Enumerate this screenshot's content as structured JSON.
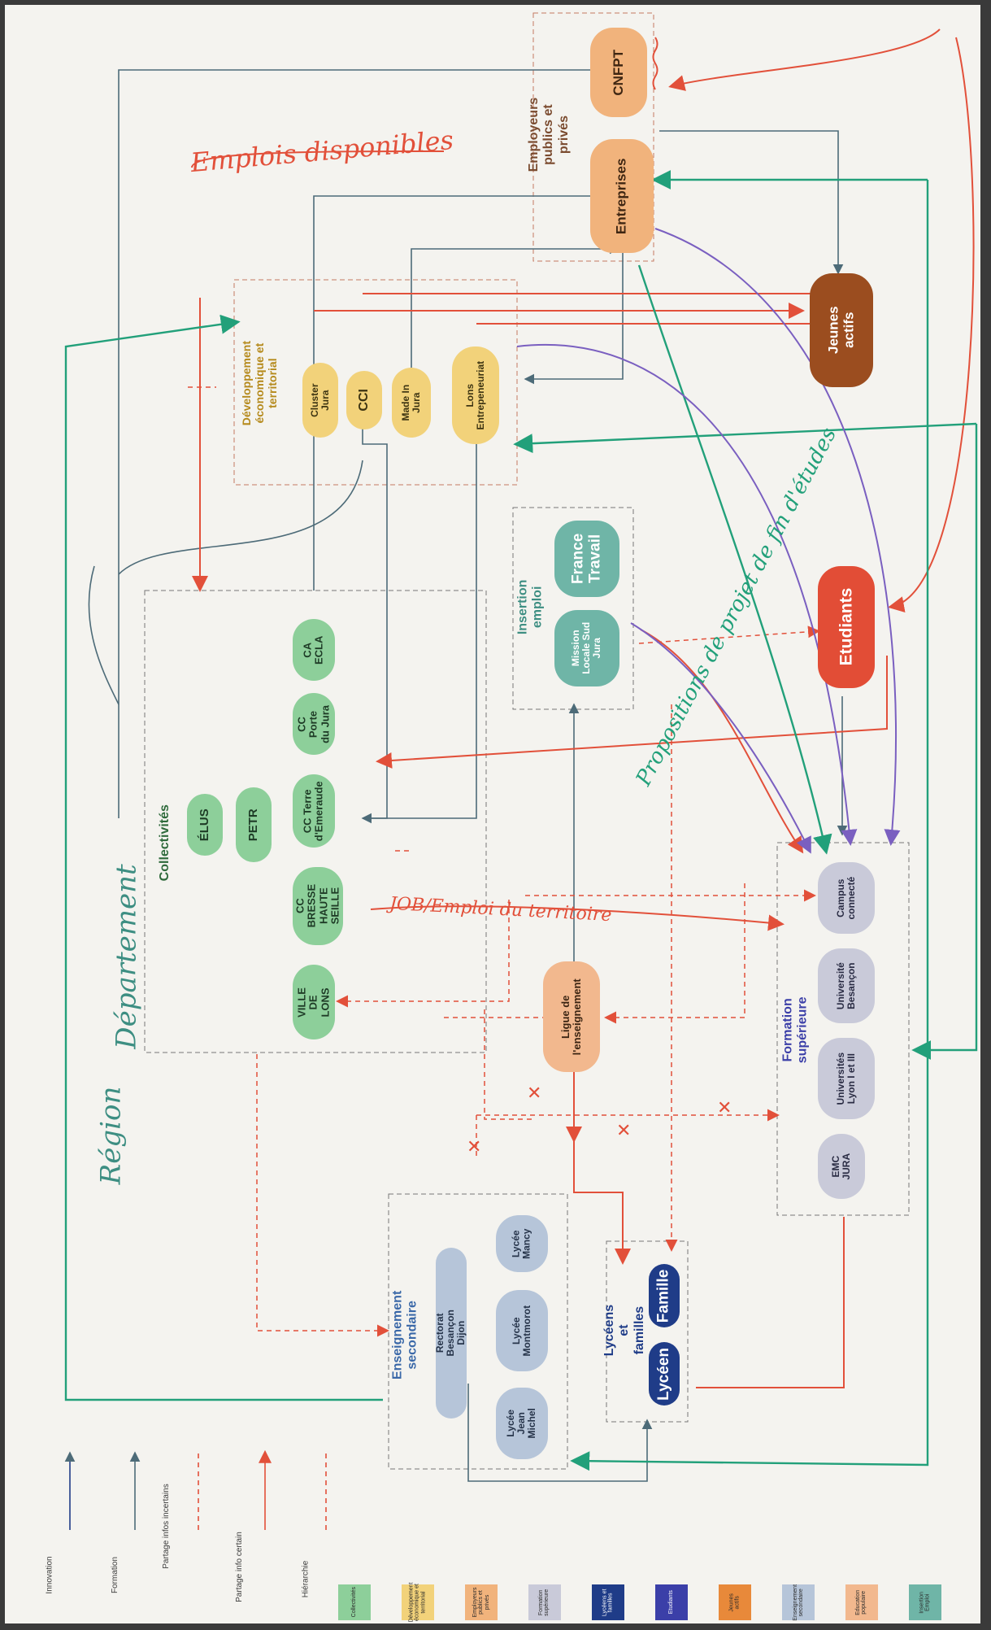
{
  "groups": {
    "employeurs": "Employeurs publics et privés",
    "developpement": "Développement\néconomique et territorial",
    "collectivites": "Collectivités",
    "insertion": "Insertion emploi",
    "formation_sup": "Formation supérieure",
    "enseignement_sec": "Enseignement secondaire",
    "lyceens_familles": "Lycéens et familles"
  },
  "nodes": {
    "cnfpt": "CNFPT",
    "entreprises": "Entreprises",
    "jeunes_actifs": "Jeunes actifs",
    "cluster_jura": "Cluster Jura",
    "cci": "CCI",
    "made_in_jura": "Made In\nJura",
    "lons_entrepreneuriat": "Lons\nEntrepeneuriat",
    "france_travail": "France\nTravail",
    "mission_locale": "Mission\nLocale Sud\nJura",
    "etudiants": "Etudiants",
    "elus": "ÉLUS",
    "petr": "PETR",
    "ca_ecla": "CA ECLA",
    "cc_porte_jura": "CC Porte\ndu Jura",
    "cc_terre_emeraude": "CC Terre\nd'Emeraude",
    "cc_bresse": "CC BRESSE\nHAUTE\nSEILLE",
    "ville_lons": "VILLE DE\nLONS",
    "ligue": "Ligue de\nl'enseignement",
    "campus": "Campus\nconnecté",
    "univ_besancon": "Université\nBesançon",
    "univ_lyon": "Universités\nLyon I et III",
    "emc_jura": "EMC JURA",
    "rectorat": "Rectorat Besançon Dijon",
    "lycee_mancy": "Lycée\nMancy",
    "lycee_montmorot": "Lycée\nMontmorot",
    "lycee_jean_michel": "Lycée\nJean\nMichel",
    "lyceen": "Lycéen",
    "famille": "Famille"
  },
  "annotations": {
    "emplois": "Emplois disponibles",
    "job": "JOB/Emploi du territoire",
    "propositions": "Propositions de projet de fin d'études",
    "region": "Région",
    "departement": "Département"
  },
  "legend": {
    "items": [
      "Innovation",
      "Formation",
      "Partage infos incertains",
      "Partage info certain",
      "Hiérarchie"
    ],
    "swatches": [
      {
        "label": "Collectivités",
        "color": "#8dcf9a"
      },
      {
        "label": "Développement\néconomique et\nterritorial",
        "color": "#f2d27a"
      },
      {
        "label": "Employeurs\npublics et privés",
        "color": "#f1b37c"
      },
      {
        "label": "Formation\nsupérieure",
        "color": "#c9cad9"
      },
      {
        "label": "Lycéens et\nfamilles",
        "color": "#1f3c88"
      },
      {
        "label": "Etudiants",
        "color": "#3b3fa8"
      },
      {
        "label": "Jeunes actifs",
        "color": "#e8893a"
      },
      {
        "label": "Enseignement\nsecondaire",
        "color": "#b6c5d9"
      },
      {
        "label": "Education\npopulaire",
        "color": "#f2b88e"
      },
      {
        "label": "Insertion Emploi",
        "color": "#6fb5a7"
      }
    ]
  },
  "colors": {
    "red": "#e2503a",
    "green": "#22a07a",
    "purple": "#7a5fc0",
    "steel": "#4d6b78",
    "navy": "#1f3c88"
  }
}
